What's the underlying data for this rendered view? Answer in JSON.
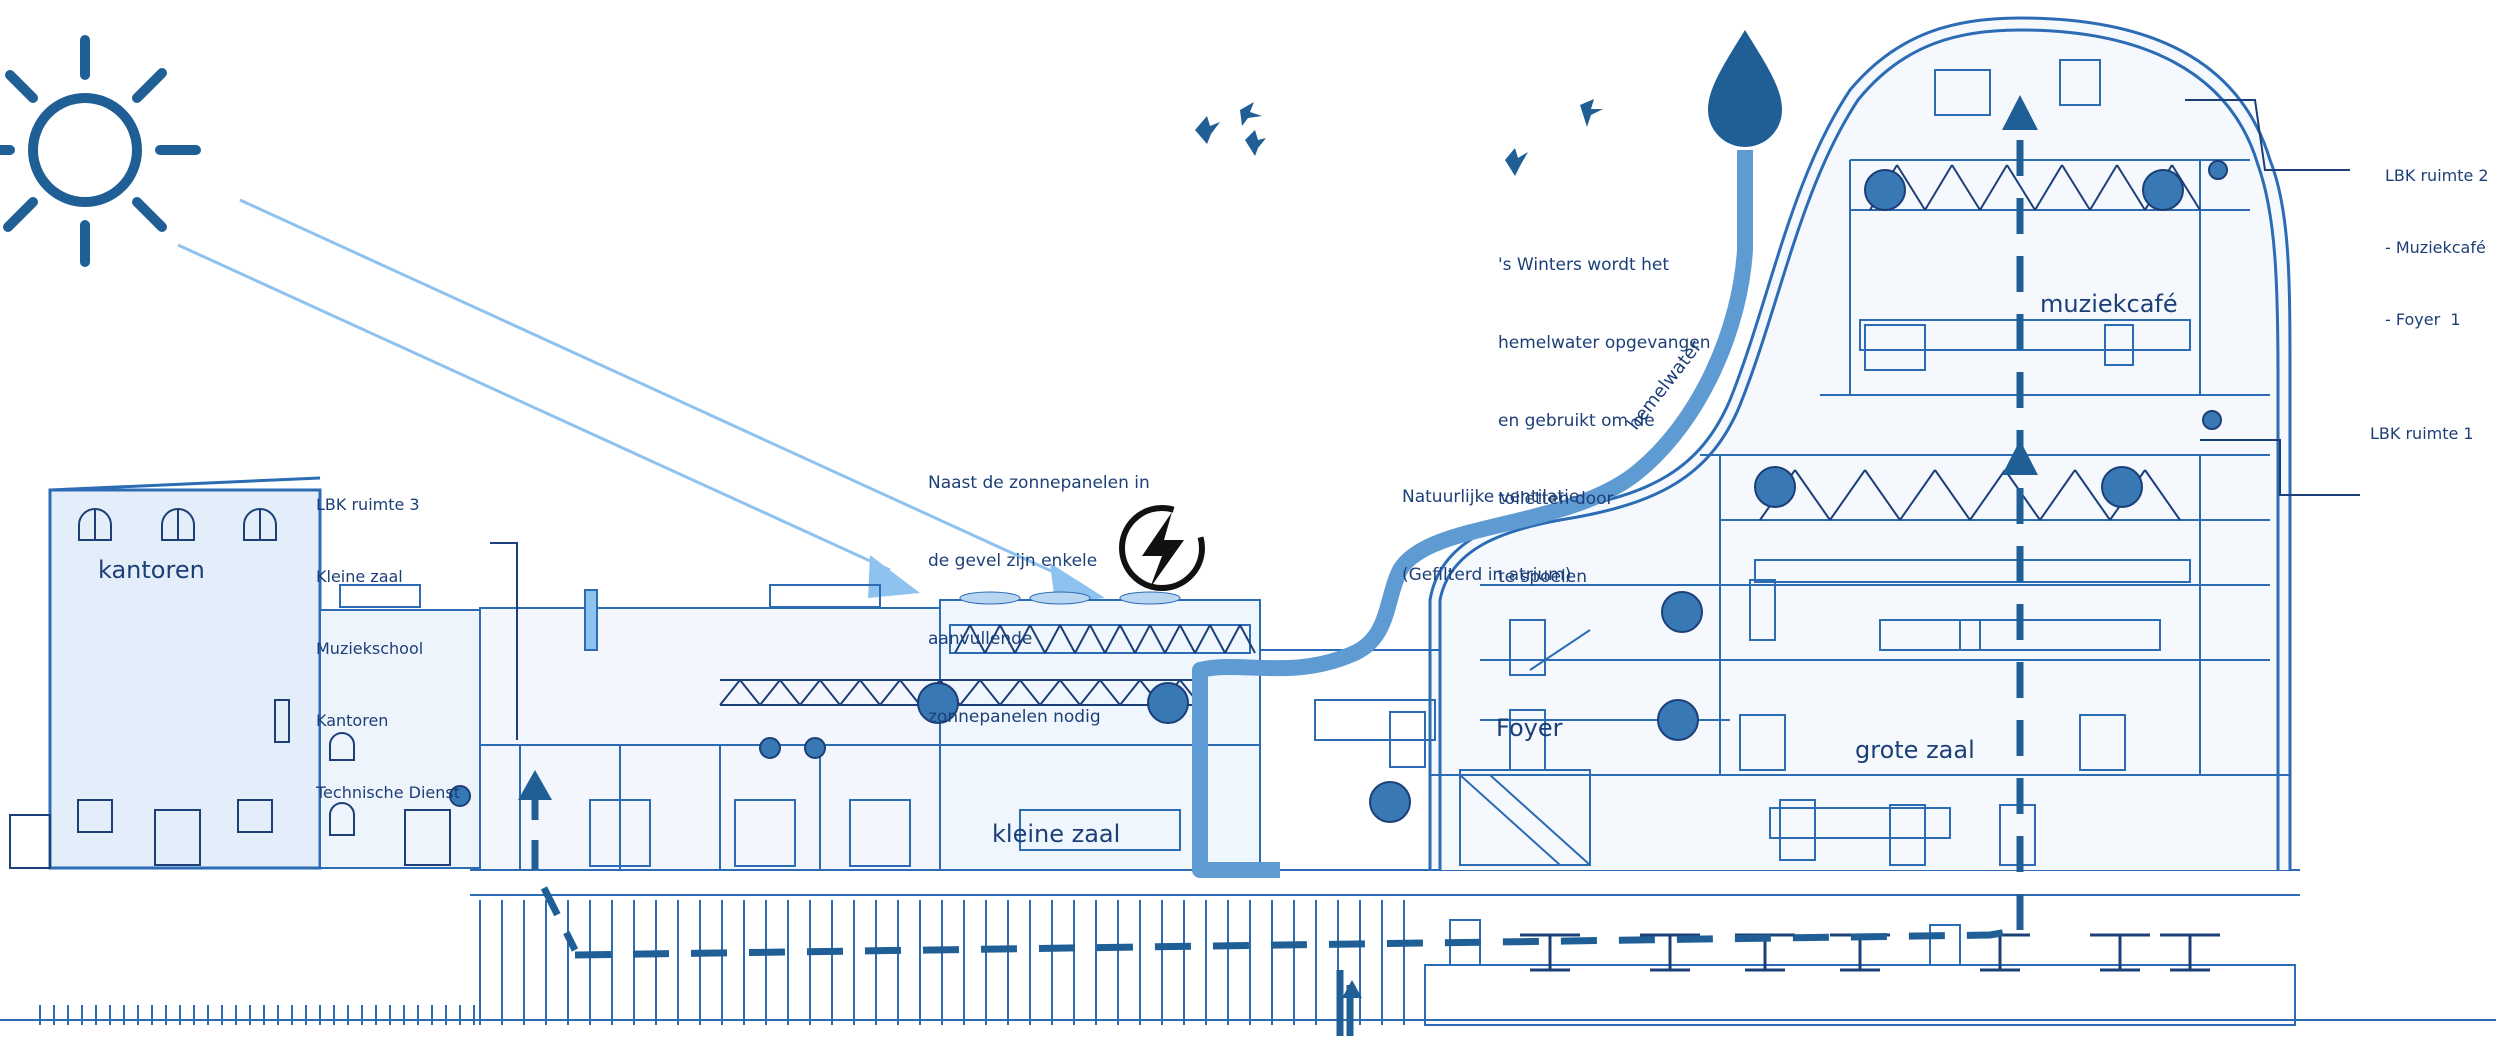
{
  "labels": {
    "lbk3": {
      "title": "LBK ruimte 3",
      "items": [
        "Kleine zaal",
        "Muziekschool",
        "Kantoren",
        "Technische Dienst"
      ]
    },
    "lbk2": {
      "title": "LBK ruimte 2",
      "items": [
        "- Muziekcafé",
        "- Foyer  1"
      ]
    },
    "lbk1": "LBK ruimte 1",
    "solar_note": [
      "Naast de zonnepanelen in",
      "de gevel zijn enkele",
      "aanvullende",
      "zonnepanelen nodig"
    ],
    "rain_note": [
      "'s Winters wordt het",
      "hemelwater opgevangen",
      "en gebruikt om de",
      "toiletten door",
      "te spoelen"
    ],
    "vent_note": [
      "Natuurlijke ventilatie",
      "(Gefilterd in atrium)"
    ],
    "hemelwater": "hemelwater",
    "rooms": {
      "kantoren": "kantoren",
      "kleine_zaal": "kleine zaal",
      "foyer": "Foyer",
      "grote_zaal": "grote zaal",
      "muziekcafe": "muziekcafé"
    }
  },
  "icons": {
    "sun": "sun-icon",
    "raindrop": "raindrop-icon",
    "lightning": "lightning-icon",
    "birds": "bird-icon"
  },
  "colors": {
    "line": "#1c3f78",
    "dark_blue": "#1f5f96",
    "pipe": "#5f9bd3",
    "light_fill": "#e4eefa",
    "sun_ray": "#8ec3ef"
  }
}
